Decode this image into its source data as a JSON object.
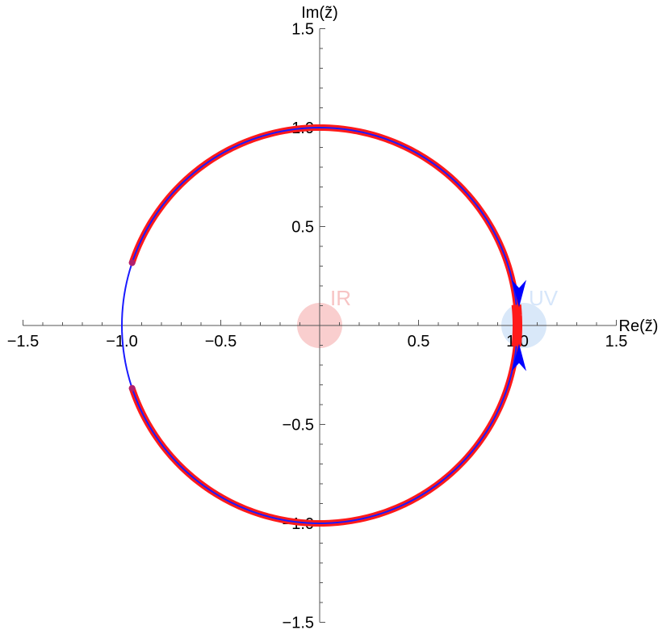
{
  "chart_data": {
    "type": "line",
    "xlabel": "Re(z̃)",
    "ylabel": "Im(z̃)",
    "xlim": [
      -1.5,
      1.5
    ],
    "ylim": [
      -1.5,
      1.5
    ],
    "grid": false,
    "x_ticks": [
      {
        "value": -1.5,
        "label": "−1.5"
      },
      {
        "value": -1.0,
        "label": "−1.0"
      },
      {
        "value": -0.5,
        "label": "−0.5"
      },
      {
        "value": 0.5,
        "label": "0.5"
      },
      {
        "value": 1.0,
        "label": "1.0"
      },
      {
        "value": 1.5,
        "label": "1.5"
      }
    ],
    "y_ticks": [
      {
        "value": 1.5,
        "label": "1.5"
      },
      {
        "value": 1.0,
        "label": "1.0"
      },
      {
        "value": 0.5,
        "label": "0.5"
      },
      {
        "value": -0.5,
        "label": "−0.5"
      },
      {
        "value": -1.0,
        "label": "−1.0"
      },
      {
        "value": -1.5,
        "label": "−1.5"
      }
    ],
    "series": [
      {
        "description": "unit circle, thin blue",
        "center": [
          0,
          0
        ],
        "radius": 1.0,
        "theta_range_deg": [
          0,
          360
        ],
        "color": "#1a1aff"
      },
      {
        "description": "upper arc, thick red",
        "center": [
          0,
          0
        ],
        "radius": 1.0,
        "theta_range_deg": [
          0,
          161.5
        ],
        "color": "#ff1a1a"
      },
      {
        "description": "lower arc, thick red",
        "center": [
          0,
          0
        ],
        "radius": 1.0,
        "theta_range_deg": [
          198.5,
          360
        ],
        "color": "#ff1a1a"
      }
    ],
    "arrows": [
      {
        "at": [
          1.0,
          0.1
        ],
        "direction": "down",
        "color": "#0000ff"
      },
      {
        "at": [
          1.0,
          -0.1
        ],
        "direction": "up",
        "color": "#0000ff"
      }
    ],
    "regions": [
      {
        "label": "IR",
        "center": [
          0,
          0
        ],
        "color": "#f4a6a6",
        "label_color": "#f7c4c4"
      },
      {
        "label": "UV",
        "center": [
          1.0,
          0
        ],
        "color": "#c9def7",
        "label_color": "#d6e6fa"
      }
    ]
  }
}
